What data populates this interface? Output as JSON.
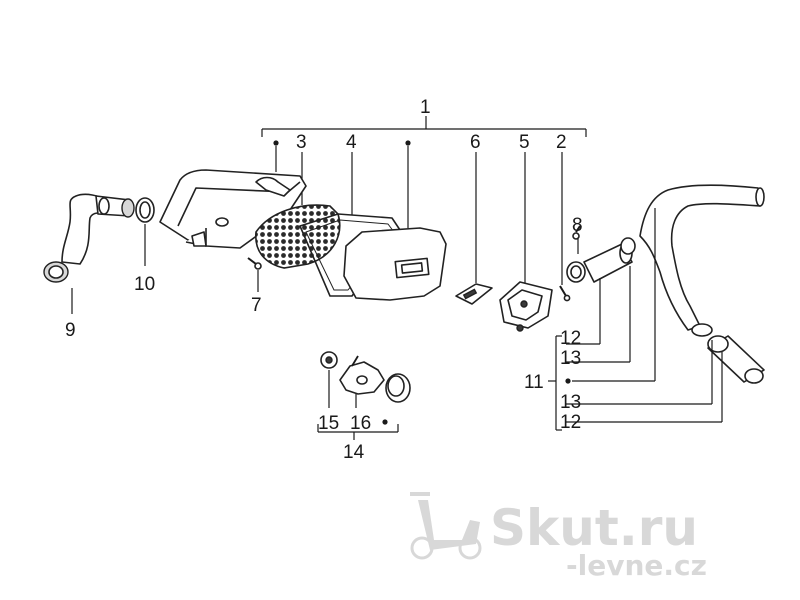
{
  "callouts": {
    "c1": "1",
    "c2": "2",
    "c3": "3",
    "c4": "4",
    "c5": "5",
    "c6": "6",
    "c7": "7",
    "c8": "8",
    "c9": "9",
    "c10": "10",
    "c11": "11",
    "c12a": "12",
    "c12b": "12",
    "c13a": "13",
    "c13b": "13",
    "c14": "14",
    "c15": "15",
    "c16": "16"
  },
  "watermark": {
    "brand": "Skut.ru",
    "sub": "-levne.cz"
  }
}
